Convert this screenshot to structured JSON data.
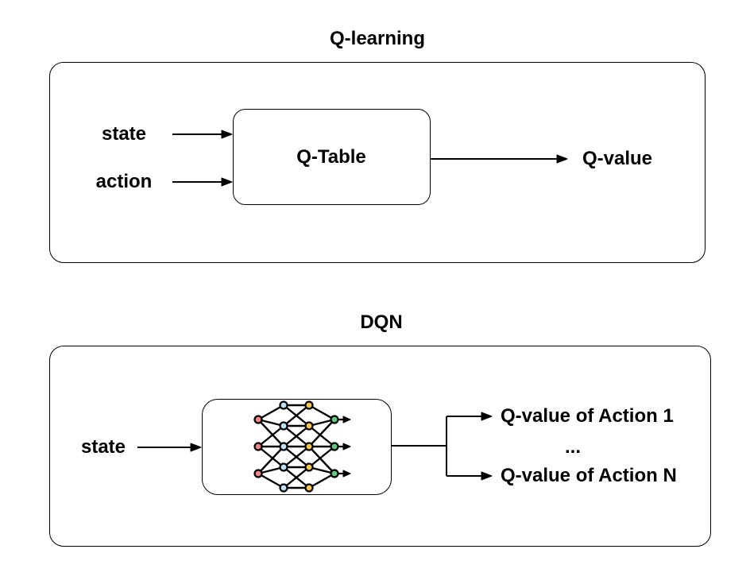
{
  "qlearning": {
    "title": "Q-learning",
    "inputs": [
      "state",
      "action"
    ],
    "box_label": "Q-Table",
    "output_label": "Q-value"
  },
  "dqn": {
    "title": "DQN",
    "input_label": "state",
    "outputs": [
      "Q-value of Action 1",
      "...",
      "Q-value of Action N"
    ],
    "network_icon": {
      "name": "neural-network-icon",
      "colors": {
        "input_nodes": "#f4838b",
        "hidden_nodes_1": "#bfe3f5",
        "hidden_nodes_2": "#f9c74f",
        "output_nodes": "#62c983",
        "edges": "#000000"
      }
    }
  },
  "colors": {
    "stroke": "#000000",
    "text": "#000000",
    "background": "#ffffff"
  }
}
